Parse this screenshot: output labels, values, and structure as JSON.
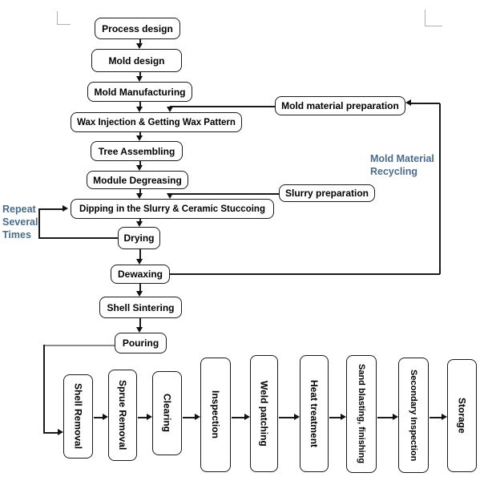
{
  "diagram": {
    "main_flow": [
      "Process design",
      "Mold design",
      "Mold Manufacturing",
      "Wax Injection & Getting Wax Pattern",
      "Tree Assembling",
      "Module Degreasing",
      "Dipping in the Slurry & Ceramic Stuccoing",
      "Drying",
      "Dewaxing",
      "Shell Sintering",
      "Pouring"
    ],
    "side_inputs": [
      "Mold material preparation",
      "Slurry preparation"
    ],
    "finishing_flow": [
      "Shell Removal",
      "Sprue Removal",
      "Clearing",
      "Inspection",
      "Weld patching",
      "Heat treatment",
      "Sand blasting, finishing",
      "Secondary Inspection",
      "Storage"
    ],
    "annotations": {
      "repeat": [
        "Repeat",
        "Several",
        "Times"
      ],
      "recycling": [
        "Mold Material",
        "Recycling"
      ]
    },
    "colors": {
      "annotation_text": "#4a6b8c",
      "box_border": "#1a1a1a",
      "box_text": "#000000",
      "background": "#ffffff"
    }
  }
}
